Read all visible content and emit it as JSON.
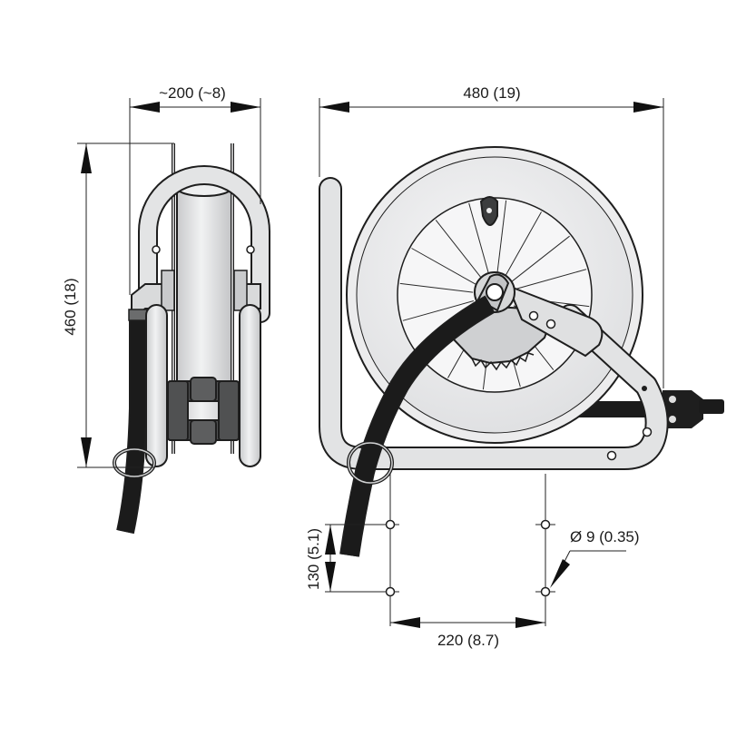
{
  "dimensions": {
    "side_width": "~200 (~8)",
    "front_width": "480 (19)",
    "height": "460 (18)",
    "hole_spacing_vertical": "130 (5.1)",
    "hole_spacing_horizontal": "220 (8.7)",
    "hole_diameter": "Ø 9 (0.35)"
  },
  "colors": {
    "frame_fill": "#e2e3e4",
    "hose": "#1b1b1b",
    "dark_part": "#505152",
    "outline": "#1e1e1e"
  }
}
